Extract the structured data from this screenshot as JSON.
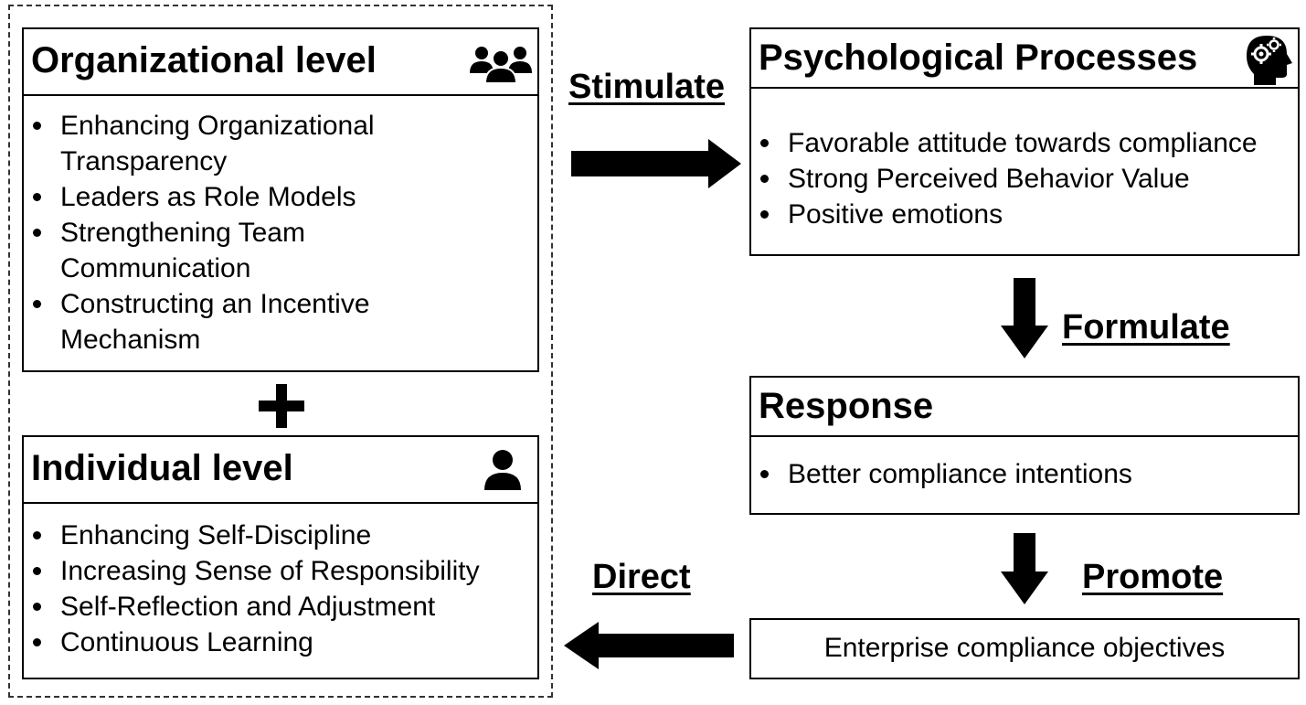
{
  "organizational": {
    "title": "Organizational level",
    "icon": "group-users-icon",
    "items": [
      "Enhancing Organizational Transparency",
      "Leaders as Role Models",
      "Strengthening Team Communication",
      "Constructing an Incentive Mechanism"
    ]
  },
  "individual": {
    "title": "Individual level",
    "icon": "single-user-icon",
    "items": [
      "Enhancing Self-Discipline",
      "Increasing Sense of Responsibility",
      "Self-Reflection and Adjustment",
      "Continuous Learning"
    ]
  },
  "psychological": {
    "title": "Psychological Processes",
    "icon": "head-gears-icon",
    "items": [
      "Favorable attitude towards compliance",
      "Strong Perceived Behavior Value",
      "Positive emotions"
    ]
  },
  "response": {
    "title": "Response",
    "items": [
      "Better compliance intentions"
    ]
  },
  "objectives": {
    "text": "Enterprise compliance objectives"
  },
  "verbs": {
    "stimulate": "Stimulate",
    "formulate": "Formulate",
    "promote": "Promote",
    "direct": "Direct"
  },
  "colors": {
    "stroke": "#000000",
    "background": "#ffffff",
    "dashed_border": "#333333"
  }
}
